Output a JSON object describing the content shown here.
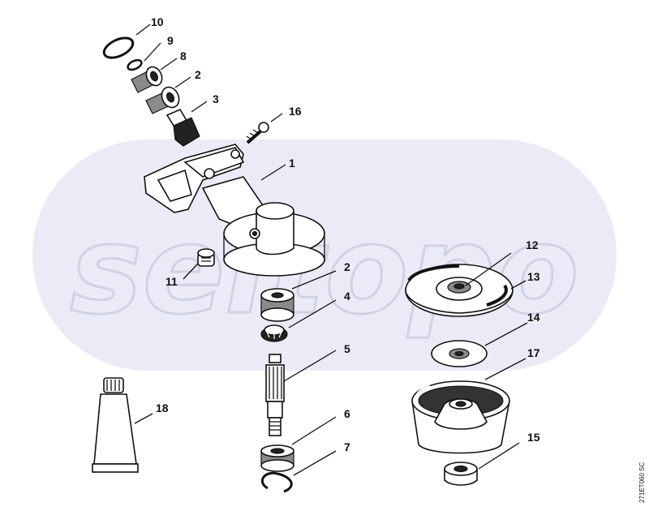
{
  "drawing_code": "271ET060 SC",
  "watermark": "seltopo",
  "callouts": [
    {
      "id": "c10",
      "label": "10"
    },
    {
      "id": "c9",
      "label": "9"
    },
    {
      "id": "c8",
      "label": "8"
    },
    {
      "id": "c2a",
      "label": "2"
    },
    {
      "id": "c3",
      "label": "3"
    },
    {
      "id": "c16",
      "label": "16"
    },
    {
      "id": "c1",
      "label": "1"
    },
    {
      "id": "c11",
      "label": "11"
    },
    {
      "id": "c2b",
      "label": "2"
    },
    {
      "id": "c4",
      "label": "4"
    },
    {
      "id": "c5",
      "label": "5"
    },
    {
      "id": "c6",
      "label": "6"
    },
    {
      "id": "c7",
      "label": "7"
    },
    {
      "id": "c12",
      "label": "12"
    },
    {
      "id": "c13",
      "label": "13"
    },
    {
      "id": "c14",
      "label": "14"
    },
    {
      "id": "c17",
      "label": "17"
    },
    {
      "id": "c15",
      "label": "15"
    },
    {
      "id": "c18",
      "label": "18"
    }
  ]
}
